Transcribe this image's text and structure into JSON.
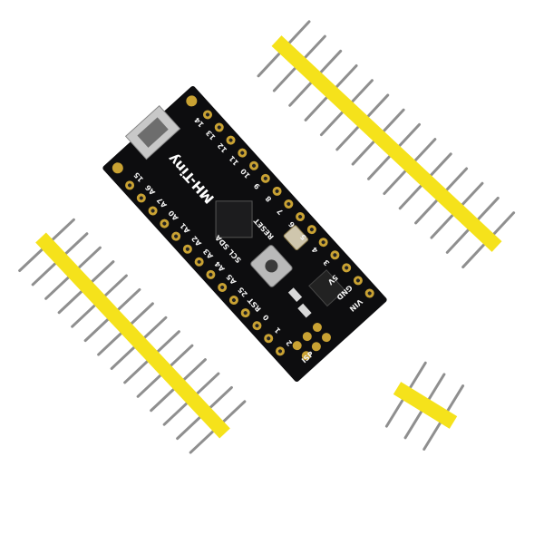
{
  "board": {
    "name": "MH-Tiny",
    "top_pins": [
      "14",
      "13",
      "12",
      "11",
      "10",
      "9",
      "8",
      "7",
      "6",
      "5",
      "4",
      "3"
    ],
    "power_labels": [
      "5V",
      "GND",
      "VIN"
    ],
    "bottom_pins": [
      "15",
      "A6",
      "A7",
      "A0",
      "A1",
      "A2",
      "A3",
      "A4",
      "A5",
      "25",
      "RST",
      "0",
      "1",
      "2"
    ],
    "i2c_label": "SCL SDA",
    "reset_label": "RESET",
    "isp_label": "ISP"
  },
  "colors": {
    "pcb": "#0d0d0f",
    "pad": "#c9a233",
    "header": "#f5e21b",
    "pin": "#8f8f8f",
    "background": "#ffffff"
  }
}
